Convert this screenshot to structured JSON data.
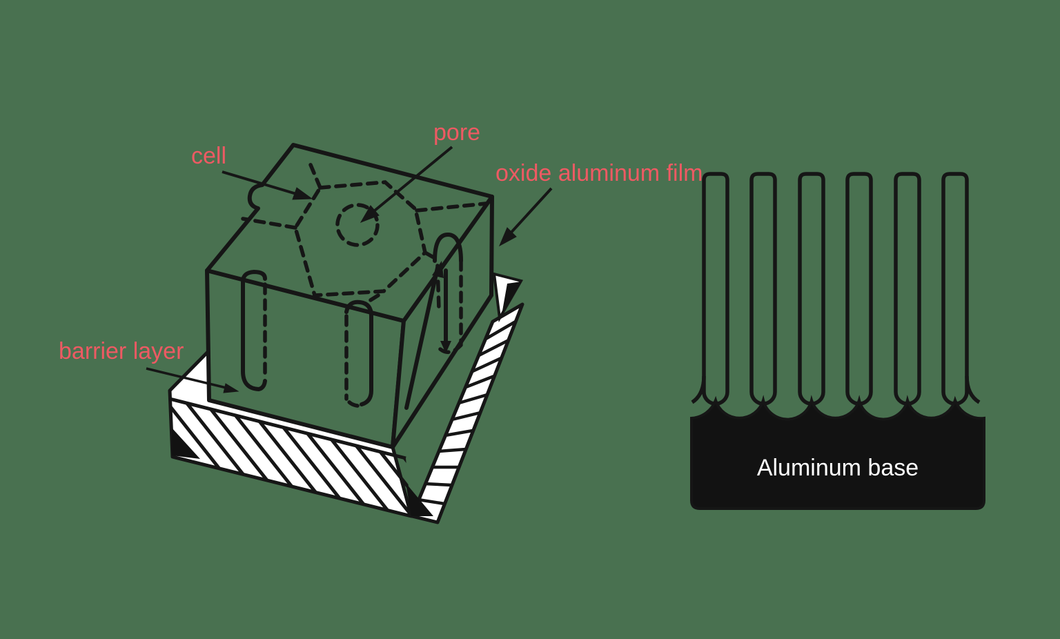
{
  "colors": {
    "background": "#497150",
    "line": "#161616",
    "label_red": "#ee5a63",
    "white": "#ffffff",
    "base_black": "#121212"
  },
  "left_figure": {
    "description": "3D cut-away block of porous anodic oxide film on aluminum",
    "labels": {
      "cell": "cell",
      "pore": "pore",
      "oxide_film": "oxide aluminum film",
      "barrier_layer": "barrier layer"
    }
  },
  "right_figure": {
    "description": "2D cross-section of pore channels above metal substrate",
    "pore_count": 6,
    "labels": {
      "base": "Aluminum base"
    }
  }
}
